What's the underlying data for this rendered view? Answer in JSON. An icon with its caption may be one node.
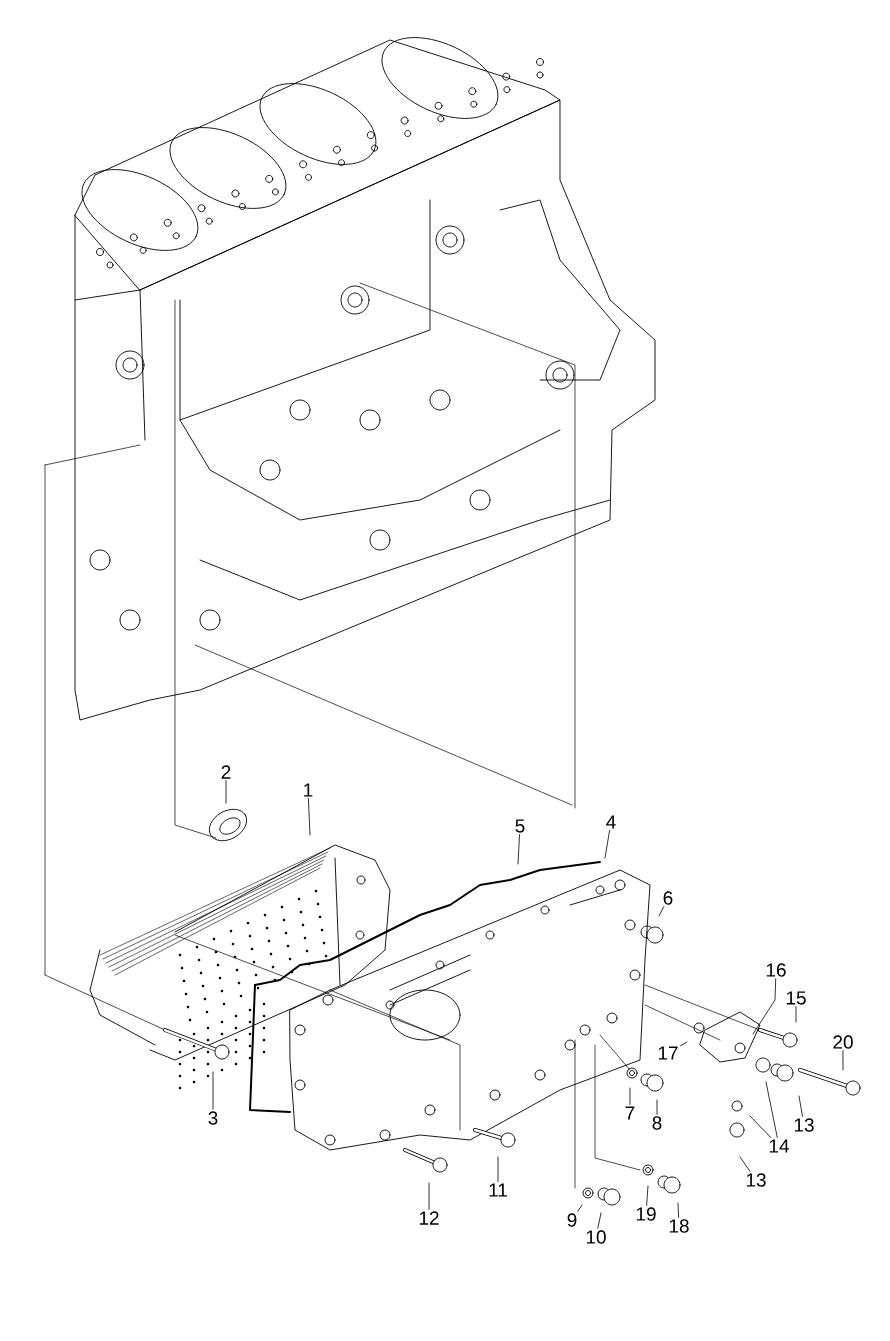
{
  "diagram": {
    "nodes": [
      {
        "text": [
          "2"
        ]
      },
      {
        "text": [
          "1"
        ]
      },
      {
        "text": [
          "4"
        ]
      },
      {
        "text": [
          "5"
        ]
      },
      {
        "text": [
          "6"
        ]
      },
      {
        "text": [
          "16"
        ]
      },
      {
        "text": [
          "15"
        ]
      },
      {
        "text": [
          "20"
        ]
      },
      {
        "text": [
          "17"
        ]
      },
      {
        "text": [
          "7"
        ]
      },
      {
        "text": [
          "3"
        ]
      },
      {
        "text": [
          "8"
        ]
      },
      {
        "text": [
          "13"
        ]
      },
      {
        "text": [
          "14"
        ]
      },
      {
        "text": [
          "13"
        ]
      },
      {
        "text": [
          "11"
        ]
      },
      {
        "text": [
          "19"
        ]
      },
      {
        "text": [
          "12"
        ]
      },
      {
        "text": [
          "9"
        ]
      },
      {
        "text": [
          "18"
        ]
      },
      {
        "text": [
          "10"
        ]
      }
    ],
    "edges": [
      {
        "from": 0,
        "to": null,
        "arrow": "none"
      },
      {
        "from": 1,
        "to": null,
        "arrow": "none"
      },
      {
        "from": 2,
        "to": null,
        "arrow": "none"
      },
      {
        "from": 3,
        "to": null,
        "arrow": "none"
      },
      {
        "from": 4,
        "to": null,
        "arrow": "none"
      },
      {
        "from": 5,
        "to": null,
        "arrow": "none"
      },
      {
        "from": 6,
        "to": null,
        "arrow": "none"
      },
      {
        "from": 7,
        "to": null,
        "arrow": "none"
      },
      {
        "from": 8,
        "to": null,
        "arrow": "none"
      },
      {
        "from": 9,
        "to": null,
        "arrow": "none"
      },
      {
        "from": 10,
        "to": null,
        "arrow": "none"
      },
      {
        "from": 11,
        "to": null,
        "arrow": "none"
      },
      {
        "from": 12,
        "to": null,
        "arrow": "none"
      },
      {
        "from": 13,
        "to": null,
        "arrow": "none"
      },
      {
        "from": 13,
        "to": null,
        "arrow": "none"
      },
      {
        "from": 14,
        "to": null,
        "arrow": "none"
      },
      {
        "from": 15,
        "to": null,
        "arrow": "none"
      },
      {
        "from": 16,
        "to": null,
        "arrow": "none"
      },
      {
        "from": 17,
        "to": null,
        "arrow": "none"
      },
      {
        "from": 18,
        "to": null,
        "arrow": "none"
      },
      {
        "from": 19,
        "to": null,
        "arrow": "none"
      },
      {
        "from": 20,
        "to": null,
        "arrow": "none"
      }
    ]
  }
}
